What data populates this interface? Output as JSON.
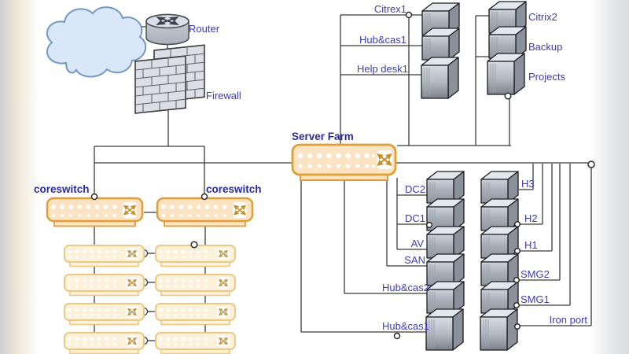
{
  "diagram": {
    "labels": {
      "router": "Router",
      "firewall": "Firewall",
      "server_farm": "Server Farm",
      "core_switch_left": "coreswitch",
      "core_switch_right": "coreswitch"
    },
    "server_labels": {
      "top_middle": [
        "Citrex1",
        "Hub&cas1",
        "Help desk1"
      ],
      "top_right": [
        "Citrix2",
        "Backup",
        "Projects"
      ],
      "middle_left": [
        "DC2",
        "DC1",
        "AV",
        "SAN",
        "Hub&cas2",
        "Hub&cas1"
      ],
      "middle_right": [
        "H3",
        "H2",
        "H1",
        "SMG2",
        "SMG1",
        "Iron port"
      ]
    },
    "colors": {
      "label_text": "#3c3cb4",
      "bold_label_text": "#2b2ba3",
      "switch_fill": "#fbe3c3",
      "switch_border": "#e19e35",
      "access_switch_fill": "#fdf2d8",
      "access_switch_border": "#ecc67f",
      "connector_line": "#3b3b3b",
      "cloud_fill": "#d9e7f8",
      "cloud_border": "#7398c6",
      "server_gray": "#aab0ba"
    }
  }
}
